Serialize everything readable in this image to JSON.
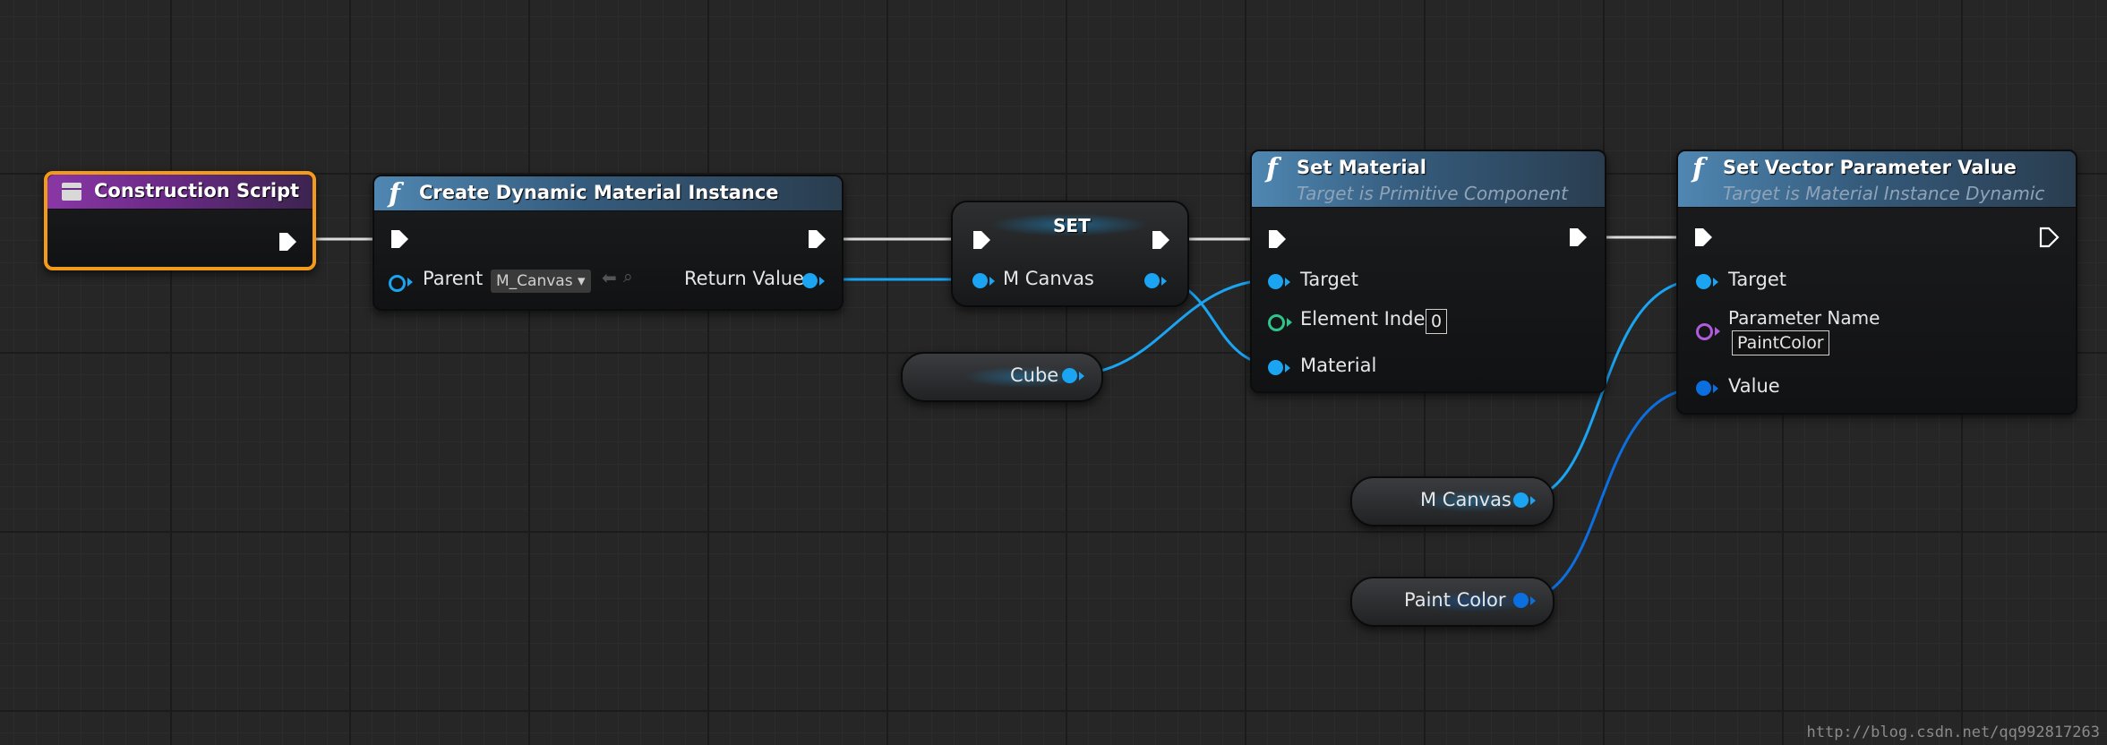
{
  "nodes": {
    "construction_script": {
      "title": "Construction Script"
    },
    "create_dmi": {
      "title": "Create Dynamic Material Instance",
      "parent_label": "Parent",
      "parent_value": "M_Canvas",
      "return_label": "Return Value"
    },
    "set": {
      "title": "SET",
      "var_label": "M Canvas"
    },
    "cube": {
      "label": "Cube"
    },
    "set_material": {
      "title": "Set Material",
      "subtitle": "Target is Primitive Component",
      "target_label": "Target",
      "element_index_label": "Element Index",
      "element_index_value": "0",
      "material_label": "Material"
    },
    "set_vector_param": {
      "title": "Set Vector Parameter Value",
      "subtitle": "Target is Material Instance Dynamic",
      "target_label": "Target",
      "param_name_label": "Parameter Name",
      "param_name_value": "PaintColor",
      "value_label": "Value"
    },
    "m_canvas_getter": {
      "label": "M Canvas"
    },
    "paint_color_getter": {
      "label": "Paint Color"
    }
  },
  "colors": {
    "exec": "#ffffff",
    "object_pin": "#1aa4f2",
    "struct_pin": "#0b6fe0",
    "int_pin": "#2fc58a",
    "name_pin": "#b05cdc",
    "selection": "#f49a1a"
  },
  "watermark": "http://blog.csdn.net/qq992817263"
}
